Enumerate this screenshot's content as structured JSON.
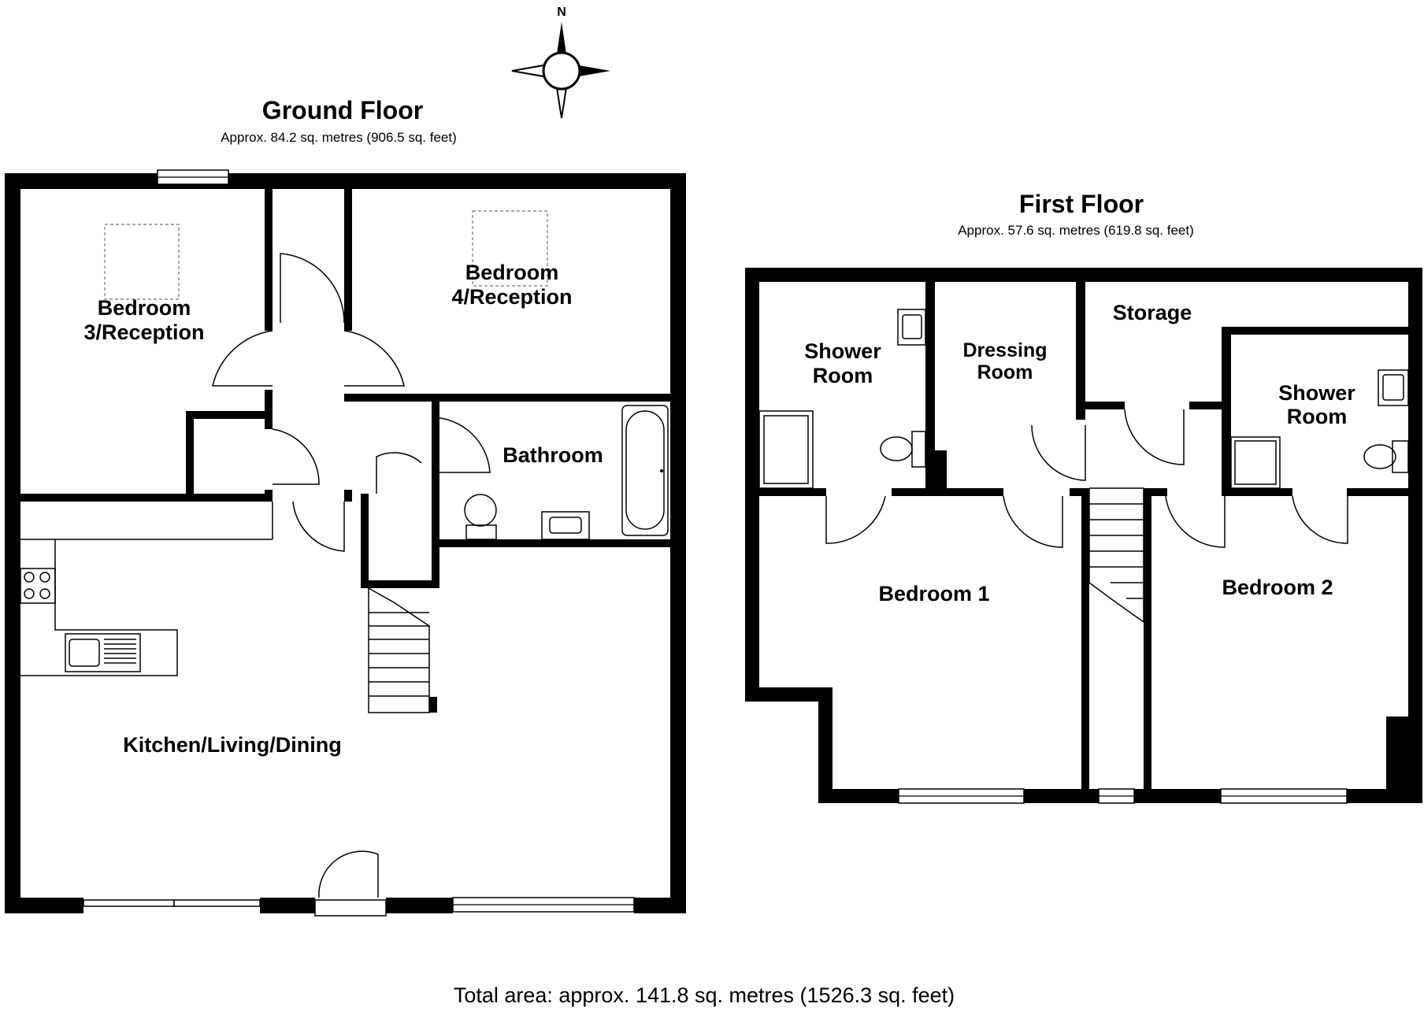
{
  "compass": {
    "north_label": "N"
  },
  "ground_floor": {
    "title": "Ground Floor",
    "area": "Approx. 84.2 sq. metres (906.5 sq. feet)",
    "rooms": {
      "bedroom3": [
        "Bedroom",
        "3/Reception"
      ],
      "bedroom4": [
        "Bedroom",
        "4/Reception"
      ],
      "bathroom": "Bathroom",
      "kitchen": "Kitchen/Living/Dining"
    }
  },
  "first_floor": {
    "title": "First Floor",
    "area": "Approx. 57.6 sq. metres (619.8 sq. feet)",
    "rooms": {
      "shower1": [
        "Shower",
        "Room"
      ],
      "dressing": [
        "Dressing",
        "Room"
      ],
      "storage": "Storage",
      "shower2": [
        "Shower",
        "Room"
      ],
      "bedroom1": "Bedroom 1",
      "bedroom2": "Bedroom 2"
    }
  },
  "total_area": "Total area: approx. 141.8 sq. metres (1526.3 sq. feet)",
  "colors": {
    "wall": "#000000",
    "background": "#ffffff",
    "fixture": "#000000"
  }
}
